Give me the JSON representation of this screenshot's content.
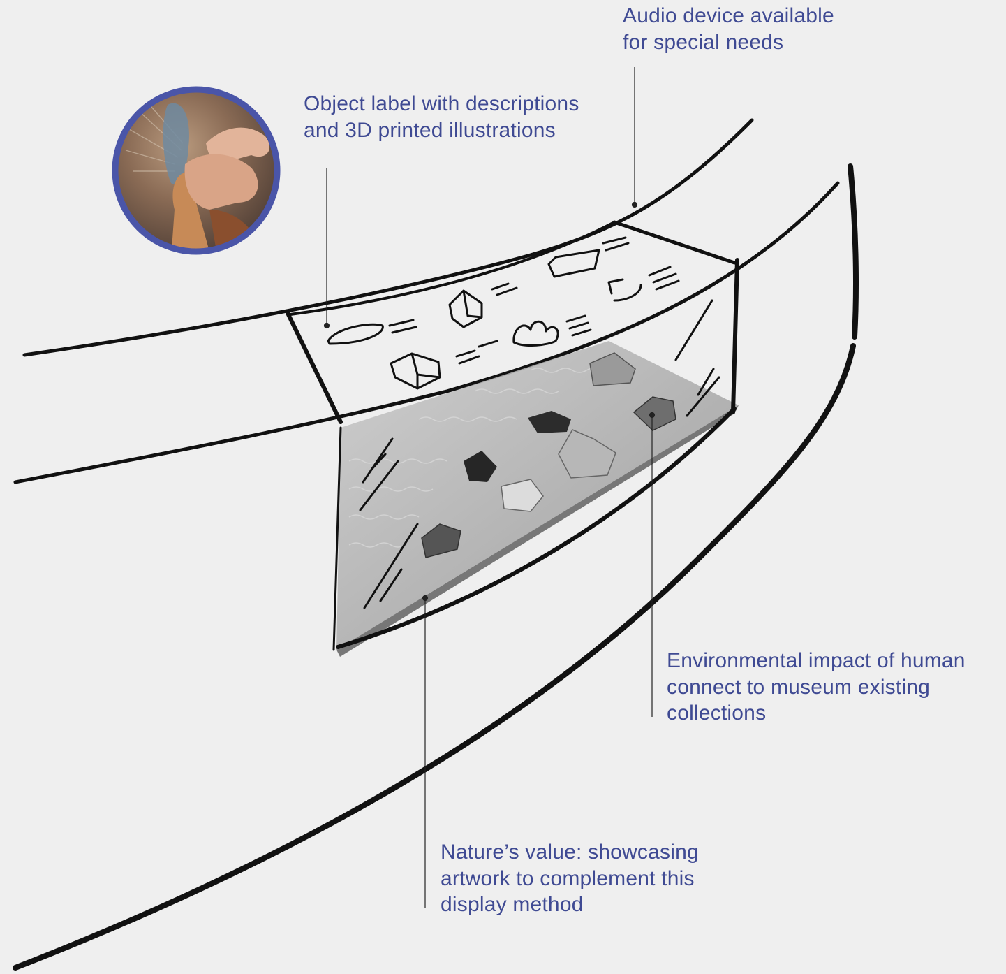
{
  "annotations": {
    "audio": {
      "lines": [
        "Audio device available",
        "for special needs"
      ]
    },
    "object_label": {
      "lines": [
        "Object label with descriptions",
        "and 3D printed illustrations"
      ]
    },
    "environmental": {
      "lines": [
        "Environmental impact of human",
        "connect to museum existing",
        "collections"
      ]
    },
    "nature": {
      "lines": [
        "Nature’s value: showcasing",
        "artwork to complement this",
        "display method"
      ]
    }
  },
  "colors": {
    "background": "#efefef",
    "annotation_text": "#3f4a93",
    "leader_line": "#222222",
    "sketch_stroke": "#111111",
    "photo_ring": "#4a55a8",
    "display_tray": "#a9a9a9"
  },
  "icons": [
    "hands-touching-artwork-photo",
    "rock-specimen",
    "3d-printed-illustration"
  ]
}
